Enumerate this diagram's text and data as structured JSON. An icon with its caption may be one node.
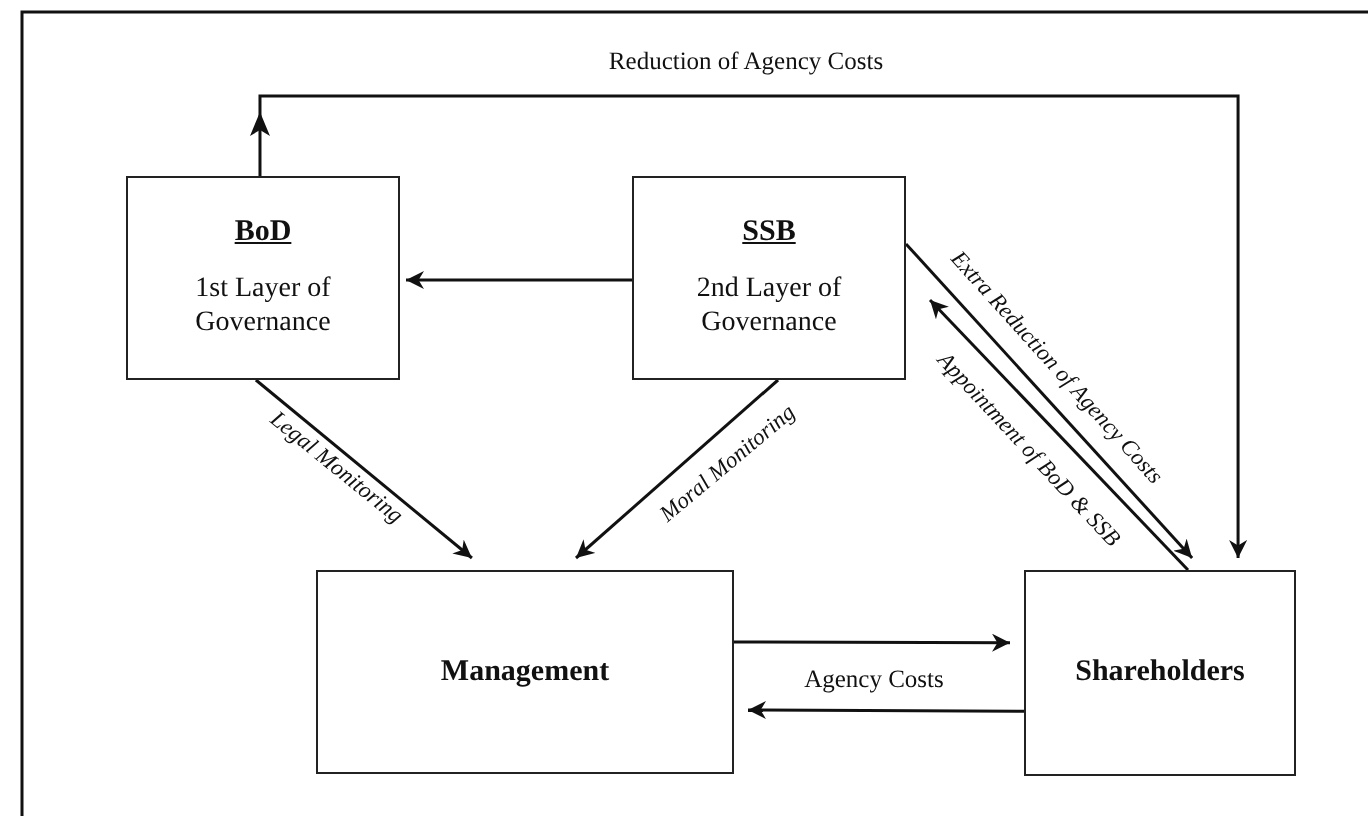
{
  "diagram": {
    "nodes": [
      {
        "text": [
          "BoD",
          "1st Layer of Governance"
        ]
      },
      {
        "text": [
          "SSB",
          "2nd Layer of Governance"
        ]
      },
      {
        "text": [
          "Management"
        ]
      },
      {
        "text": [
          "Shareholders"
        ]
      }
    ],
    "edges": [
      {
        "from": 1,
        "to": 0,
        "arrow": "to"
      },
      {
        "from": 0,
        "to": 2,
        "arrow": "to",
        "label": "Legal Monitoring"
      },
      {
        "from": 1,
        "to": 2,
        "arrow": "to",
        "label": "Moral Monitoring"
      },
      {
        "from": 1,
        "to": 3,
        "arrow": "to",
        "label": "Extra Reduction of Agency Costs"
      },
      {
        "from": 3,
        "to": 1,
        "arrow": "to",
        "label": "Appointment of BoD & SSB"
      },
      {
        "from": 0,
        "to": 3,
        "arrow": "to",
        "label": "Reduction of Agency Costs"
      },
      {
        "from": 2,
        "to": 3,
        "arrow": "to",
        "label": "Agency Costs"
      },
      {
        "from": 3,
        "to": 2,
        "arrow": "to"
      }
    ]
  }
}
